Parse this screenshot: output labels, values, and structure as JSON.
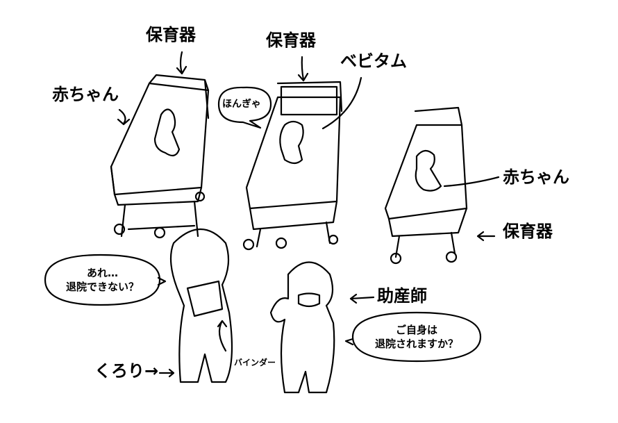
{
  "labels": {
    "incubator_1": "保育器",
    "incubator_2": "保育器",
    "incubator_3": "保育器",
    "bitamu": "ベビタム",
    "baby_1": "赤ちゃん",
    "baby_2": "赤ちゃん",
    "midwife": "助産師",
    "kurori": "くろり→",
    "binder": "バインダー"
  },
  "speech": {
    "baby_cry": "ほんぎゃ",
    "kurori_line1": "あれ…",
    "kurori_line2": "退院できない？",
    "midwife_line1": "ご自身は",
    "midwife_line2": "退院されますか？"
  }
}
